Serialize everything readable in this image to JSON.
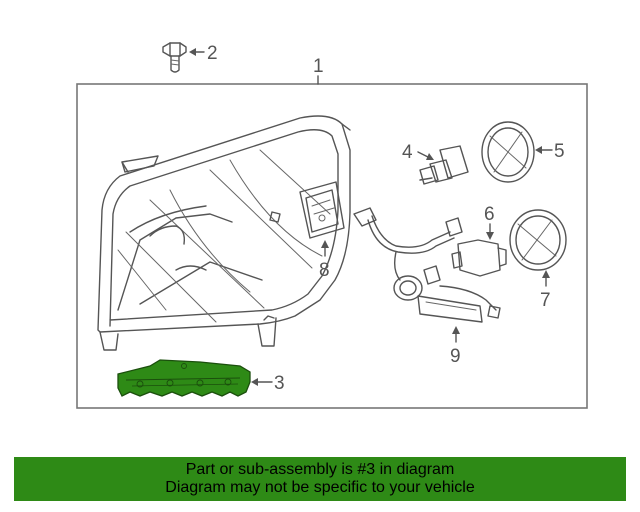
{
  "callouts": {
    "c1": "1",
    "c2": "2",
    "c3": "3",
    "c4": "4",
    "c5": "5",
    "c6": "6",
    "c7": "7",
    "c8": "8",
    "c9": "9"
  },
  "highlight_color": "#2e8a16",
  "footer": {
    "line1": "Part or sub-assembly is #3 in diagram",
    "line2": "Diagram may not be specific to your vehicle"
  }
}
